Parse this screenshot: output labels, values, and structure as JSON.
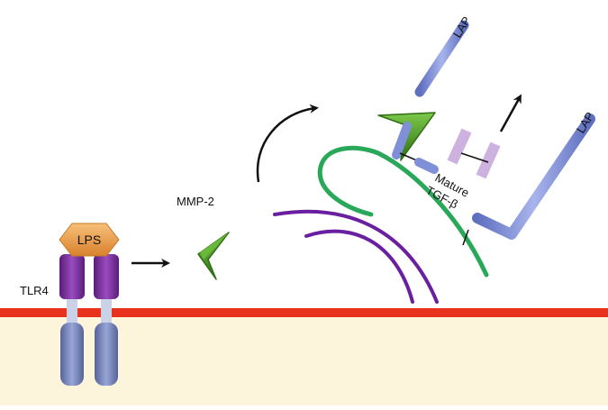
{
  "labels": {
    "tlr4": "TLR4",
    "lps": "LPS",
    "mmp2": "MMP-2",
    "lap_top": "LAP",
    "lap_right": "LAP",
    "mature_line1": "Mature",
    "mature_line2": "TGF-β"
  },
  "colors": {
    "membrane": "#e8321e",
    "cytoplasm": "#fcf5dc",
    "tlr4_purple": "#7a2e9a",
    "tlr4_lower": "#6f7fb6",
    "tlr4_link": "#c9d2e6",
    "lps": "#f0a050",
    "mmp2_green": "#4e9a25",
    "lap_blue": "#7f8fd8",
    "tgfb_lilac": "#cdb2e0",
    "ecm_green": "#2aa85a",
    "ecm_purple": "#6a1fa0",
    "arrow": "#111111"
  }
}
